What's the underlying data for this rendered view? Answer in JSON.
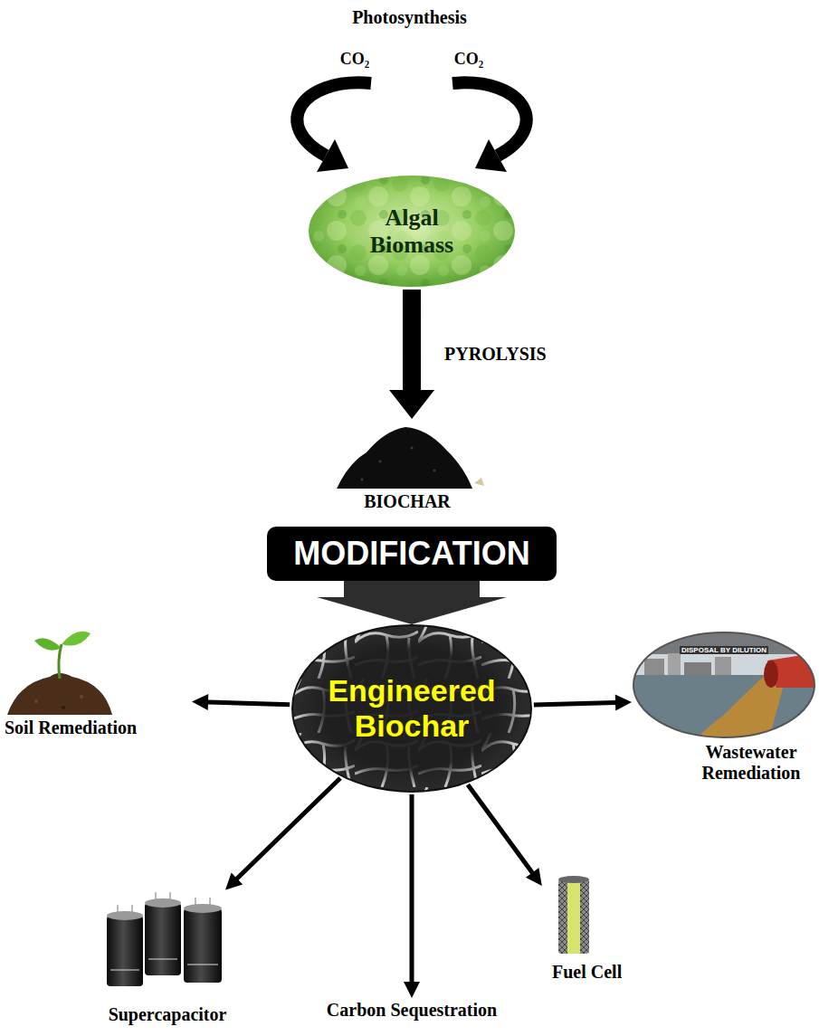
{
  "diagram": {
    "title": "Photosynthesis",
    "nodes": [
      {
        "text": [
          "Algal Biomass"
        ]
      },
      {
        "text": [
          "BIOCHAR"
        ]
      },
      {
        "text": [
          "MODIFICATION"
        ]
      },
      {
        "text": [
          "Engineered Biochar"
        ]
      },
      {
        "text": [
          "Soil Remediation"
        ]
      },
      {
        "text": [
          "Wastewater Remediation"
        ]
      },
      {
        "text": [
          "Supercapacitor"
        ]
      },
      {
        "text": [
          "Carbon Sequestration"
        ]
      },
      {
        "text": [
          "Fuel Cell"
        ]
      }
    ],
    "edges": [
      {
        "from": 0,
        "to": 1,
        "label": "PYROLYSIS",
        "arrow": "to"
      },
      {
        "from": 2,
        "to": 3,
        "arrow": "to"
      },
      {
        "from": 3,
        "to": 4,
        "arrow": "to"
      },
      {
        "from": 3,
        "to": 5,
        "arrow": "to"
      },
      {
        "from": 3,
        "to": 6,
        "arrow": "to"
      },
      {
        "from": 3,
        "to": 7,
        "arrow": "to"
      },
      {
        "from": 3,
        "to": 8,
        "arrow": "to"
      }
    ],
    "labels": [
      "CO₂",
      "CO₂",
      "DISPOSAL BY DILUTION"
    ]
  }
}
